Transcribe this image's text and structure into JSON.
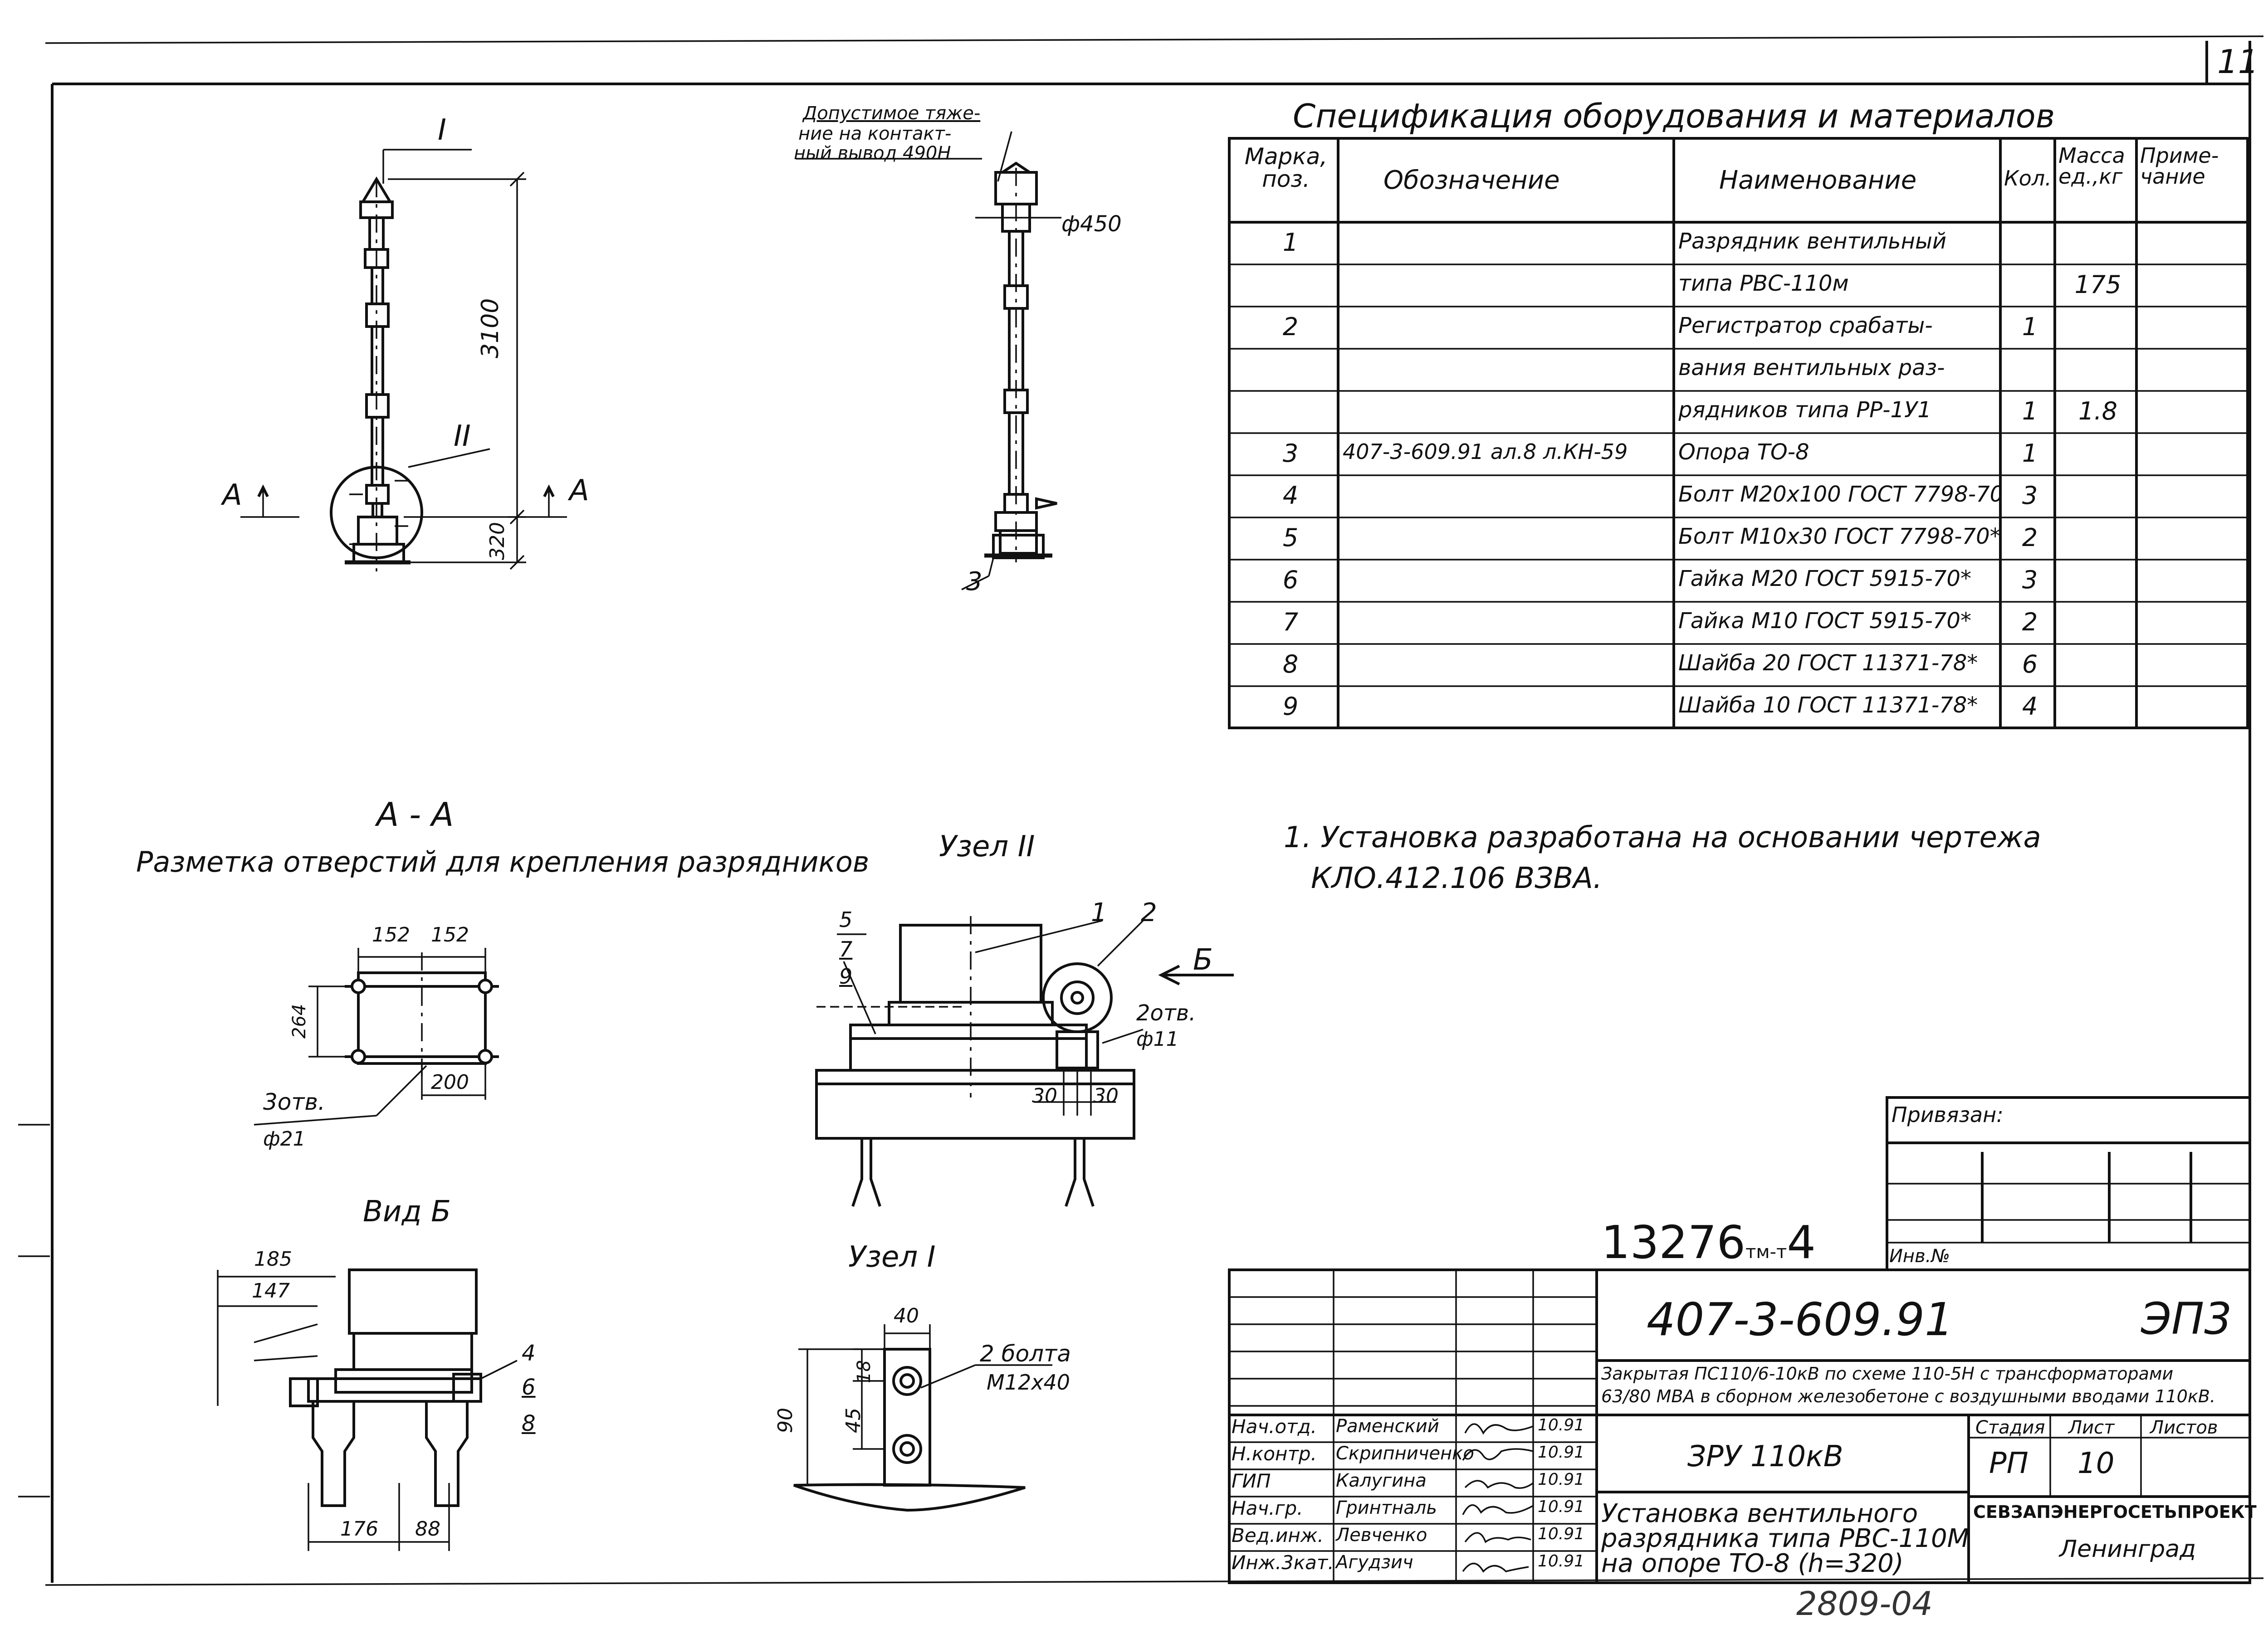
{
  "sheet_number": "11",
  "spec": {
    "title": "Спецификация   оборудования  и  материалов",
    "headers": {
      "mark": "Марка,\nпоз.",
      "designation": "Обозначение",
      "name": "Наименование",
      "qty": "Кол.",
      "mass": "Масса\nед.,кг",
      "note": "Приме-\nчание"
    },
    "rows": [
      {
        "mark": "1",
        "designation": "",
        "name": "Разрядник вентильный",
        "qty": "",
        "mass": "",
        "note": ""
      },
      {
        "mark": "",
        "designation": "",
        "name": "типа РВС-110м",
        "qty": "",
        "mass": "175",
        "note": ""
      },
      {
        "mark": "2",
        "designation": "",
        "name": "Регистратор срабаты-",
        "qty": "1",
        "mass": "",
        "note": ""
      },
      {
        "mark": "",
        "designation": "",
        "name": "вания вентильных раз-",
        "qty": "",
        "mass": "",
        "note": ""
      },
      {
        "mark": "",
        "designation": "",
        "name": "рядников типа РР-1У1",
        "qty": "1",
        "mass": "1.8",
        "note": ""
      },
      {
        "mark": "3",
        "designation": "407-3-609.91 ал.8 л.КН-59",
        "name": "Опора ТО-8",
        "qty": "1",
        "mass": "",
        "note": ""
      },
      {
        "mark": "4",
        "designation": "",
        "name": "Болт М20х100 ГОСТ 7798-70*",
        "qty": "3",
        "mass": "",
        "note": ""
      },
      {
        "mark": "5",
        "designation": "",
        "name": "Болт М10х30 ГОСТ 7798-70*",
        "qty": "2",
        "mass": "",
        "note": ""
      },
      {
        "mark": "6",
        "designation": "",
        "name": "Гайка М20 ГОСТ 5915-70*",
        "qty": "3",
        "mass": "",
        "note": ""
      },
      {
        "mark": "7",
        "designation": "",
        "name": "Гайка М10 ГОСТ 5915-70*",
        "qty": "2",
        "mass": "",
        "note": ""
      },
      {
        "mark": "8",
        "designation": "",
        "name": "Шайба 20 ГОСТ 11371-78*",
        "qty": "6",
        "mass": "",
        "note": ""
      },
      {
        "mark": "9",
        "designation": "",
        "name": "Шайба 10 ГОСТ 11371-78*",
        "qty": "4",
        "mass": "",
        "note": ""
      }
    ]
  },
  "note": {
    "line1": "1.  Установка  разработана  на  основании  чертежа",
    "line2": "КЛО.412.106   ВЗВА."
  },
  "views": {
    "main": {
      "label_I": "I",
      "label_II": "II",
      "cut_left": "А",
      "cut_right": "А",
      "dim_height": "3100",
      "dim_base": "320"
    },
    "side": {
      "load_note_1": "Допустимое тяже-",
      "load_note_2": "ние на контакт-",
      "load_note_3": "ный вывод 490Н",
      "dim_dia": "ф450",
      "pos": "3"
    },
    "section_aa": {
      "title": "А - А",
      "subtitle": "Разметка отверстий для крепления разрядников",
      "dim_a": "152",
      "dim_b": "152",
      "dim_h": "264",
      "dim_c": "200",
      "holes": "3отв.",
      "hole_dia": "ф21"
    },
    "node_ii": {
      "title": "Узел II",
      "p5": "5",
      "p7": "7",
      "p9": "9",
      "p1": "1",
      "p2": "2",
      "arrow": "Б",
      "holes": "2отв.",
      "hole_dia": "ф11",
      "dim_a": "30",
      "dim_b": "30"
    },
    "view_b": {
      "title": "Вид Б",
      "dim_185": "185",
      "dim_147": "147",
      "dim_176": "176",
      "dim_88": "88",
      "p4": "4",
      "p6": "6",
      "p8": "8"
    },
    "node_i": {
      "title": "Узел I",
      "dim_40": "40",
      "dim_18": "18",
      "dim_45": "45",
      "dim_90": "90",
      "bolts_1": "2 болта",
      "bolts_2": "М12х40"
    }
  },
  "stamp": {
    "binding": "Привязан:",
    "inv": "Инв.№",
    "handwritten_no": "13276",
    "handwritten_suffix": "тм-т",
    "handwritten_digit": "4",
    "code": "407-3-609.91",
    "section": "ЭП3",
    "description_1": "Закрытая ПС110/6-10кВ по схеме 110-5Н с трансформаторами",
    "description_2": "63/80 МВА в сборном железобетоне с воздушными вводами 110кВ.",
    "object": "ЗРУ 110кВ",
    "title_1": "Установка вентильного",
    "title_2": "разрядника типа РВС-110М",
    "title_3": "на опоре ТО-8  (h=320)",
    "stage_label": "Стадия",
    "sheet_label": "Лист",
    "sheets_label": "Листов",
    "stage": "РП",
    "sheet": "10",
    "org_1": "СЕВЗАПЭНЕРГОСЕТЬПРОЕКТ",
    "org_2": "Ленинград",
    "signers": [
      {
        "role": "Нач.отд.",
        "name": "Раменский",
        "date": "10.91"
      },
      {
        "role": "Н.контр.",
        "name": "Скрипниченко",
        "date": "10.91"
      },
      {
        "role": "ГИП",
        "name": "Калугина",
        "date": "10.91"
      },
      {
        "role": "Нач.гр.",
        "name": "Гринтналь",
        "date": "10.91"
      },
      {
        "role": "Вед.инж.",
        "name": "Левченко",
        "date": "10.91"
      },
      {
        "role": "Инж.3кат.",
        "name": "Агудзич",
        "date": "10.91"
      }
    ]
  },
  "bottom_stamp": "2809-04"
}
